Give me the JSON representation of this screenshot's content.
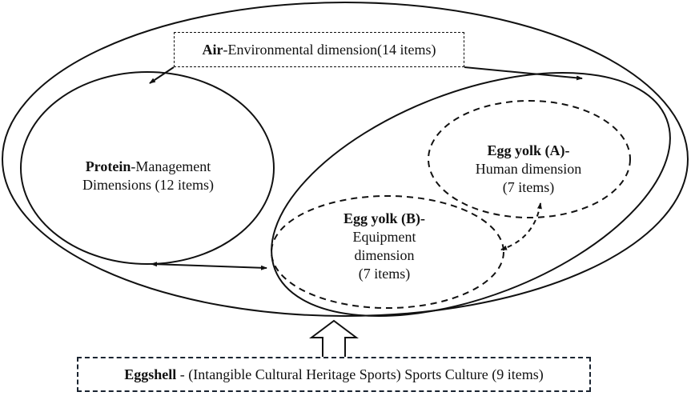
{
  "diagram": {
    "air": {
      "bold": "Air",
      "text": "-Environmental dimension(14 items)"
    },
    "protein": {
      "bold": "Protein",
      "line1": "-Management",
      "line2": "Dimensions (12 items)"
    },
    "yolk_a": {
      "bold": "Egg yolk (A)-",
      "line1": "Human dimension",
      "line2": "(7 items)"
    },
    "yolk_b": {
      "bold": "Egg yolk (B)-",
      "line1": "Equipment",
      "line2": "dimension",
      "line3": "(7 items)"
    },
    "eggshell": {
      "bold": "Eggshell",
      "text": " - (Intangible Cultural Heritage Sports) Sports Culture (9 items)"
    },
    "colors": {
      "stroke": "#111111",
      "shell_border": "#1a2430",
      "background": "#ffffff"
    }
  }
}
